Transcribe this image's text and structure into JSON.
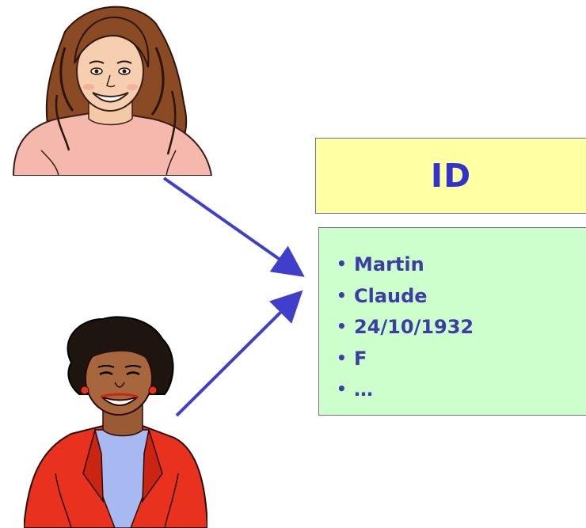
{
  "id_header": {
    "title": "ID"
  },
  "id_details": {
    "items": [
      {
        "bullet": "•",
        "text": "Martin"
      },
      {
        "bullet": "•",
        "text": "Claude"
      },
      {
        "bullet": "•",
        "text": "24/10/1932"
      },
      {
        "bullet": "•",
        "text": "F"
      },
      {
        "bullet": "•",
        "text": "…"
      }
    ]
  },
  "figures": {
    "girl": {
      "icon": "girl-portrait-icon"
    },
    "woman": {
      "icon": "woman-portrait-icon"
    }
  },
  "colors": {
    "header_background": "#ffffa3",
    "details_background": "#ccffcc",
    "title_text": "#3333cc",
    "item_text": "#3d3da6",
    "arrow": "#3f3fcc",
    "box_border": "#6f7090"
  }
}
